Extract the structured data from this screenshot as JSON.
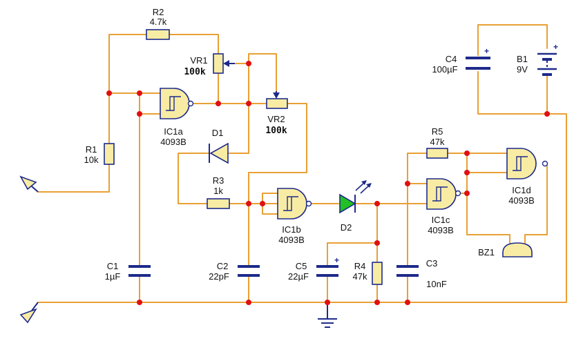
{
  "components": [
    {
      "id": "R2",
      "ref": "R2",
      "value": "4.7k"
    },
    {
      "id": "VR1",
      "ref": "VR1",
      "value": "100k"
    },
    {
      "id": "R1",
      "ref": "R1",
      "value": "10k"
    },
    {
      "id": "IC1a",
      "ref": "IC1a",
      "value": "4093B"
    },
    {
      "id": "D1",
      "ref": "D1",
      "value": ""
    },
    {
      "id": "VR2",
      "ref": "VR2",
      "value": "100k"
    },
    {
      "id": "R3",
      "ref": "R3",
      "value": "1k"
    },
    {
      "id": "IC1b",
      "ref": "IC1b",
      "value": "4093B"
    },
    {
      "id": "D2",
      "ref": "D2",
      "value": ""
    },
    {
      "id": "R5",
      "ref": "R5",
      "value": "47k"
    },
    {
      "id": "IC1c",
      "ref": "IC1c",
      "value": "4093B"
    },
    {
      "id": "IC1d",
      "ref": "IC1d",
      "value": "4093B"
    },
    {
      "id": "C4",
      "ref": "C4",
      "value": "100µF"
    },
    {
      "id": "B1",
      "ref": "B1",
      "value": "9V"
    },
    {
      "id": "BZ1",
      "ref": "BZ1",
      "value": ""
    },
    {
      "id": "C1",
      "ref": "C1",
      "value": "1µF"
    },
    {
      "id": "C2",
      "ref": "C2",
      "value": "22pF"
    },
    {
      "id": "C5",
      "ref": "C5",
      "value": "22µF"
    },
    {
      "id": "R4",
      "ref": "R4",
      "value": "47k"
    },
    {
      "id": "C3",
      "ref": "C3",
      "value": "10nF"
    }
  ],
  "labels": {
    "R2": {
      "ref": "R2",
      "value": "4.7k"
    },
    "VR1": {
      "ref": "VR1",
      "value": "100k"
    },
    "R1": {
      "ref": "R1",
      "value": "10k"
    },
    "IC1a": {
      "ref": "IC1a",
      "value": "4093B"
    },
    "D1": {
      "ref": "D1"
    },
    "VR2": {
      "ref": "VR2",
      "value": "100k"
    },
    "R3": {
      "ref": "R3",
      "value": "1k"
    },
    "IC1b": {
      "ref": "IC1b",
      "value": "4093B"
    },
    "D2": {
      "ref": "D2"
    },
    "R5": {
      "ref": "R5",
      "value": "47k"
    },
    "IC1c": {
      "ref": "IC1c",
      "value": "4093B"
    },
    "IC1d": {
      "ref": "IC1d",
      "value": "4093B"
    },
    "C4": {
      "ref": "C4",
      "value": "100µF"
    },
    "B1": {
      "ref": "B1",
      "value": "9V"
    },
    "BZ1": {
      "ref": "BZ1"
    },
    "C1": {
      "ref": "C1",
      "value": "1µF"
    },
    "C2": {
      "ref": "C2",
      "value": "22pF"
    },
    "C5": {
      "ref": "C5",
      "value": "22µF"
    },
    "R4": {
      "ref": "R4",
      "value": "47k"
    },
    "C3": {
      "ref": "C3",
      "value": "10nF"
    }
  },
  "polarity_mark": "+",
  "colors": {
    "wire": "#e8a033",
    "component": "#1d2a8a",
    "body_fill": "#f8eca4",
    "junction": "#e01010",
    "led": "#22c022"
  }
}
